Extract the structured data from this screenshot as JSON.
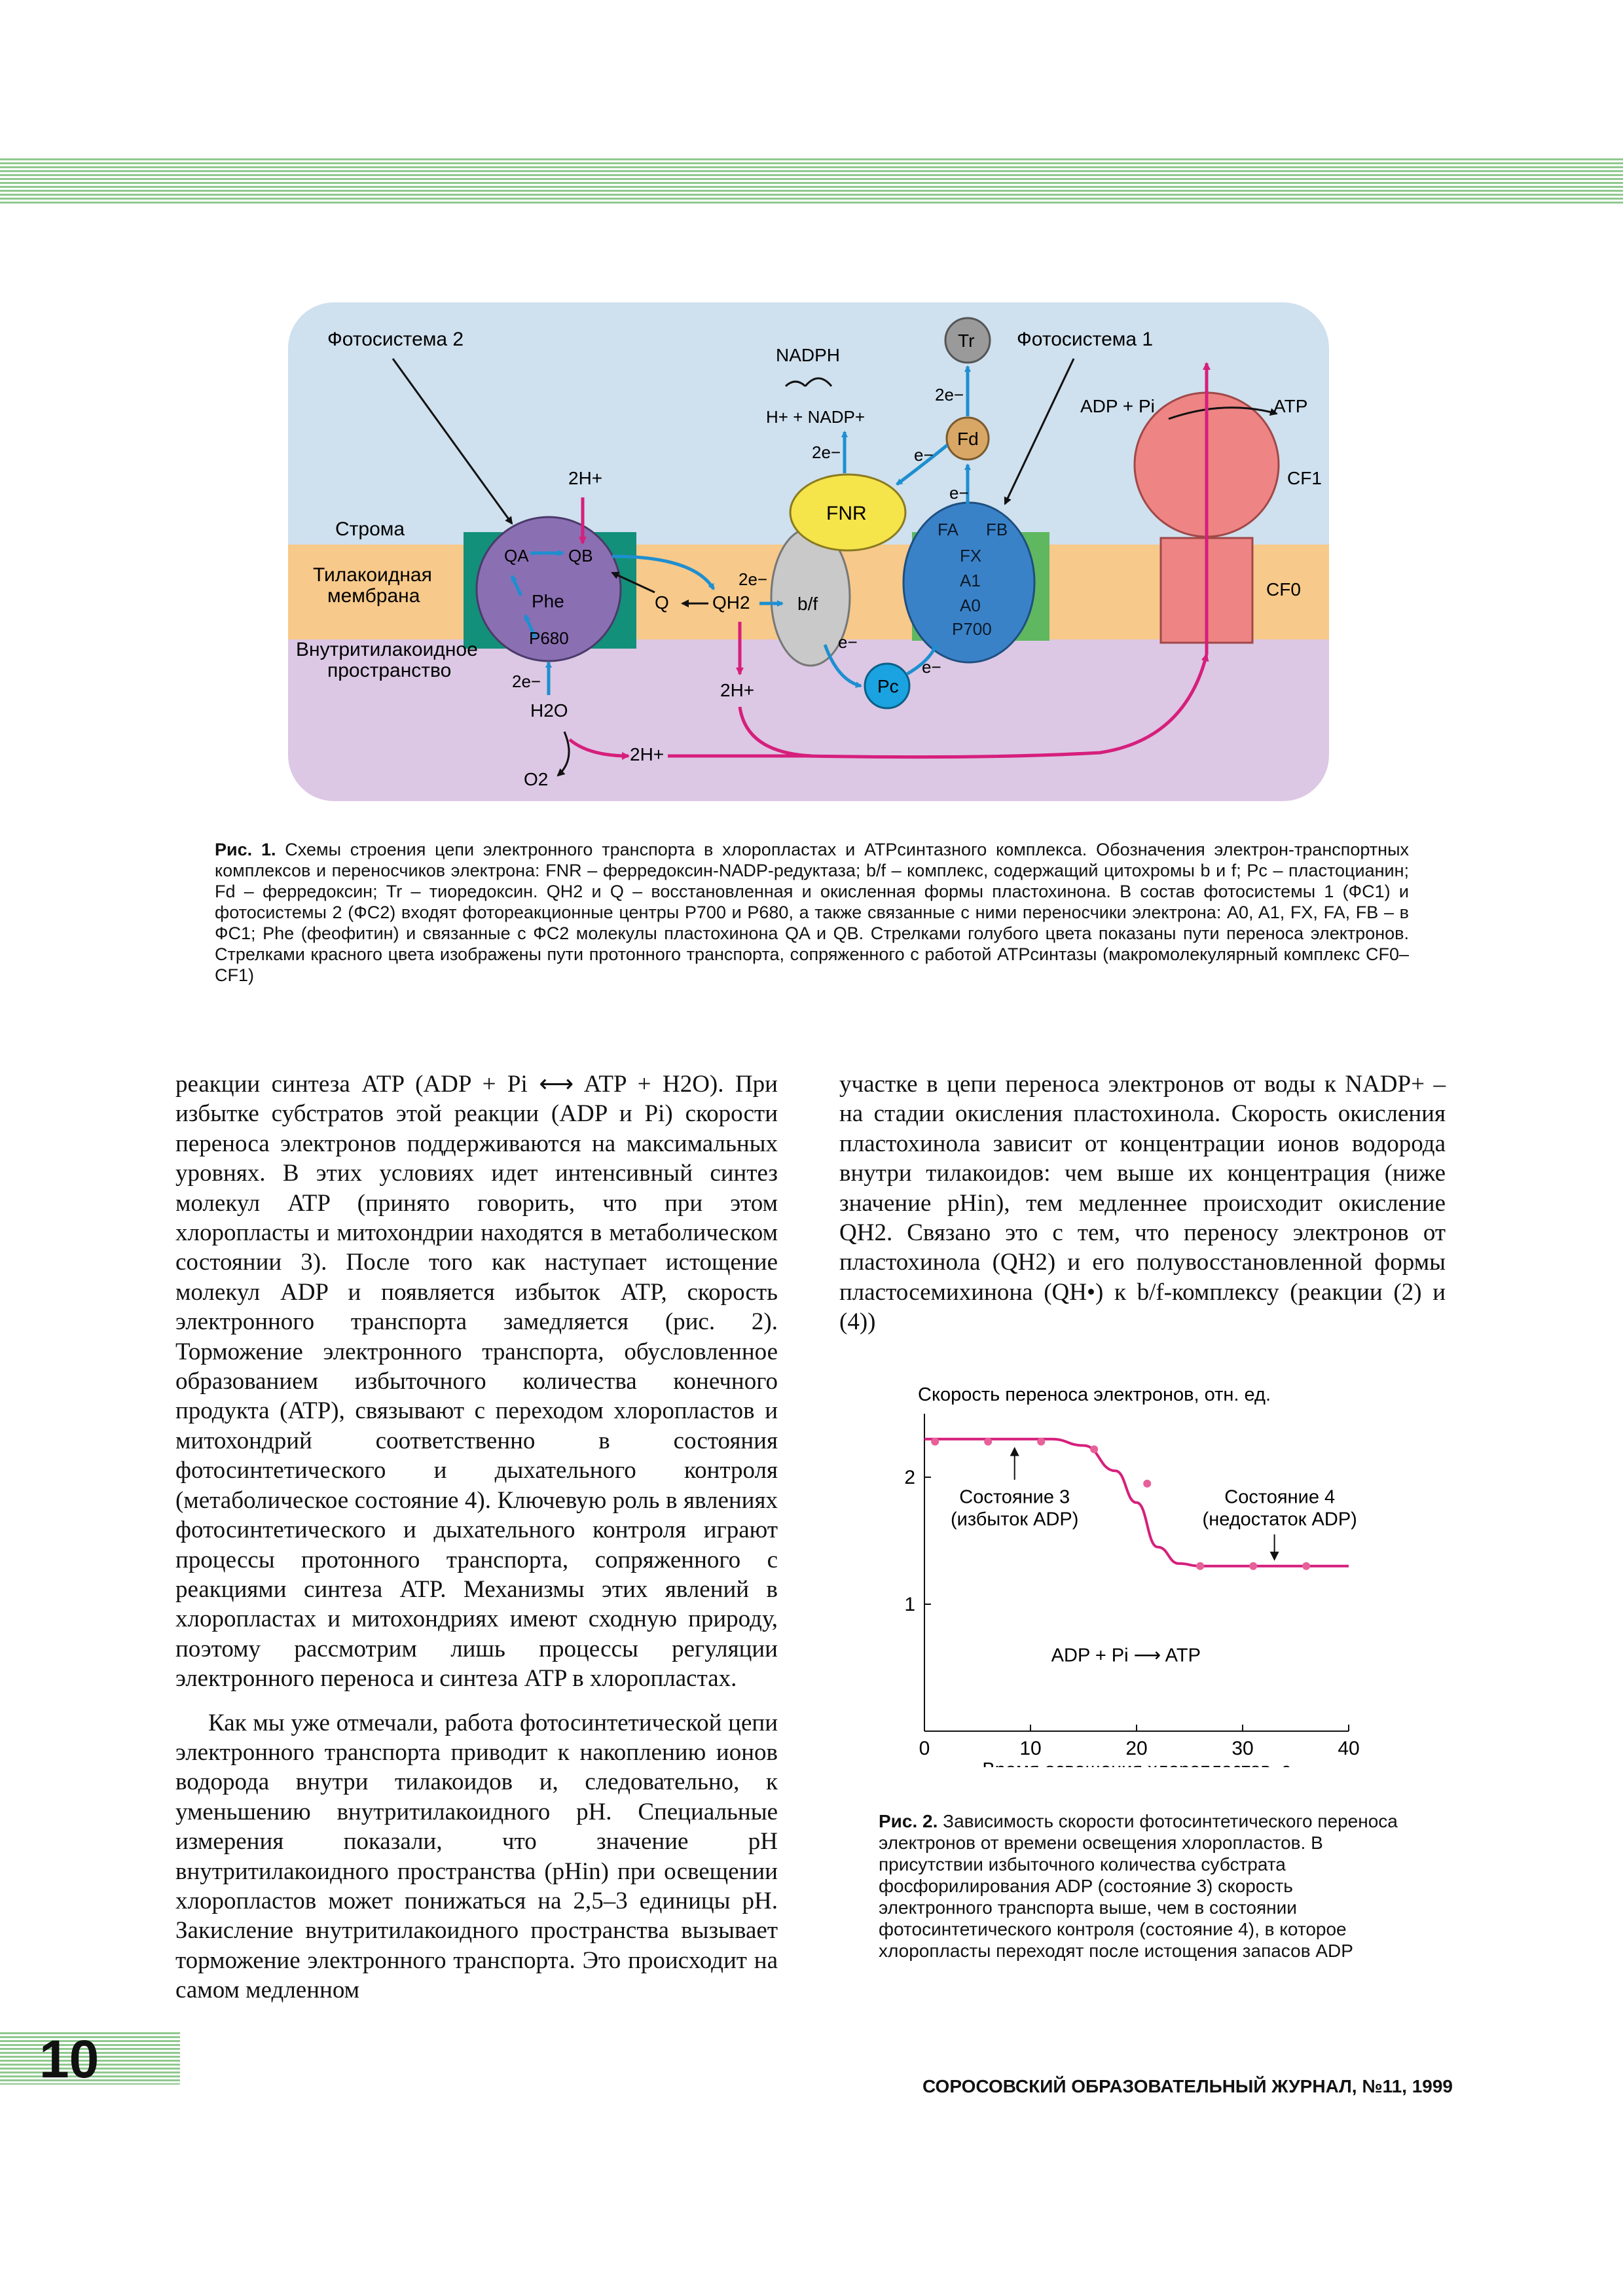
{
  "figure1": {
    "labels": {
      "ps2": "Фотосистема 2",
      "ps1": "Фотосистема 1",
      "stroma": "Строма",
      "membrane1": "Тилакоидная",
      "membrane2": "мембрана",
      "lumen1": "Внутритилакоидное",
      "lumen2": "пространство",
      "nadph": "NADPH",
      "nadp_reaction": "H+ + NADP+",
      "fnr": "FNR",
      "bf": "b/f",
      "pc": "Pc",
      "fd": "Fd",
      "tr": "Tr",
      "qa": "QA",
      "qb": "QB",
      "phe": "Phe",
      "p680": "P680",
      "q": "Q",
      "qh2": "QH2",
      "h2o": "H2O",
      "o2": "O2",
      "two_h_top": "2H+",
      "two_h_lumen": "2H+",
      "two_h_bottom": "2H+",
      "two_e_ps2": "2e−",
      "two_e_qh2": "2e−",
      "two_e_fnr": "2e−",
      "two_e_tr": "2e−",
      "e_fd": "e−",
      "e_fnr": "e−",
      "e_pc1": "e−",
      "e_pc2": "e−",
      "fa": "FA",
      "fb": "FB",
      "fx": "FX",
      "a1": "A1",
      "a0": "A0",
      "p700": "P700",
      "adp_pi": "ADP + Pi",
      "atp": "ATP",
      "cf1": "CF1",
      "cf0": "CF0"
    },
    "caption_label": "Рис. 1.",
    "caption": "Схемы строения цепи электронного транспорта в хлоропластах и АТРсинтазного комплекса. Обозначения электрон-транспортных комплексов и переносчиков электрона: FNR – ферредоксин-NADP-редуктаза; b/f – комплекс, содержащий цитохромы b и f; Pc – пластоцианин; Fd – ферредоксин; Tr – тиоредоксин. QH2 и Q – восстановленная и окисленная формы пластохинона. В состав фотосистемы 1 (ФС1) и фотосистемы 2 (ФС2) входят фотореакционные центры P700 и P680, а также связанные с ними переносчики электрона: A0, A1, FX, FA, FB – в ФС1; Phe (феофитин) и связанные с ФС2 молекулы пластохинона QA и QB. Стрелками голубого цвета показаны пути переноса электронов. Стрелками красного цвета изображены пути протонного транспорта, сопряженного с работой АТРсинтазы (макромолекулярный комплекс CF0–CF1)"
  },
  "left_column": {
    "p1": "реакции синтеза ATP (ADP + Pi ⟷ ATP + H2O). При избытке субстратов этой реакции (ADP и Pi) скорости переноса электронов поддерживаются на максимальных уровнях. В этих условиях идет интенсивный синтез молекул ATP (принято говорить, что при этом хлоропласты и митохондрии находятся в метаболическом состоянии 3). После того как наступает истощение молекул ADP и появляется избыток ATP, скорость электронного транспорта замедляется (рис. 2). Торможение электронного транспорта, обусловленное образованием избыточного количества конечного продукта (ATP), связывают с переходом хлоропластов и митохондрий соответственно в состояния фотосинтетического и дыхательного контроля (метаболическое состояние 4). Ключевую роль в явлениях фотосинтетического и дыхательного контроля играют процессы протонного транспорта, сопряженного с реакциями синтеза ATP. Механизмы этих явлений в хлоропластах и митохондриях имеют сходную природу, поэтому рассмотрим лишь процессы регуляции электронного переноса и синтеза ATP в хлоропластах.",
    "p2": "Как мы уже отмечали, работа фотосинтетической цепи электронного транспорта приводит к накоплению ионов водорода внутри тилакоидов и, следовательно, к уменьшению внутритилакоидного pH. Специальные измерения показали, что значение pH внутритилакоидного пространства (pHin) при освещении хлоропластов может понижаться на 2,5–3 единицы pH. Закисление внутритилакоидного пространства вызывает торможение электронного транспорта. Это происходит на самом медленном"
  },
  "right_column": {
    "p1": "участке в цепи переноса электронов от воды к NADP+ – на стадии окисления пластохинола. Скорость окисления пластохинола зависит от концентрации ионов водорода внутри тилакоидов: чем выше их концентрация (ниже значение pHin), тем медленнее происходит окисление QH2. Связано это с тем, что переносу электронов от пластохинола (QH2) и его полувосстановленной формы пластосемихинона (QH•) к b/f-комплексу (реакции (2) и (4))"
  },
  "chart_data": {
    "type": "line",
    "title": "",
    "ylabel": "Скорость переноса электронов, отн. ед.",
    "xlabel": "Время освещения хлоропластов, с",
    "xlim": [
      0,
      40
    ],
    "ylim": [
      0,
      2.5
    ],
    "x_ticks": [
      0,
      10,
      20,
      30,
      40
    ],
    "y_ticks": [
      1,
      2
    ],
    "points": {
      "x": [
        1,
        6,
        11,
        16,
        21,
        26,
        31,
        36
      ],
      "y": [
        2.28,
        2.28,
        2.28,
        2.22,
        1.95,
        1.3,
        1.3,
        1.3
      ]
    },
    "curve": {
      "x": [
        0,
        12,
        15,
        18,
        20,
        22,
        24,
        26,
        40
      ],
      "y": [
        2.3,
        2.3,
        2.25,
        2.05,
        1.8,
        1.45,
        1.32,
        1.3,
        1.3
      ]
    },
    "annotations": {
      "state3_line1": "Состояние 3",
      "state3_line2": "(избыток ADP)",
      "state4_line1": "Состояние 4",
      "state4_line2": "(недостаток ADP)",
      "reaction": "ADP + Pi ⟶ ATP"
    },
    "colors": {
      "curve": "#d61f7c",
      "points": "#e8609a"
    },
    "caption_label": "Рис. 2.",
    "caption": "Зависимость скорости фотосинтетического переноса электронов от времени освещения хлоропластов. В присутствии избыточного количества субстрата фосфорилирования ADP (состояние 3) скорость электронного транспорта выше, чем в состоянии фотосинтетического контроля (состояние 4), в которое хлоропласты переходят после истощения запасов ADP"
  },
  "footer": {
    "page_number": "10",
    "journal": "СОРОСОВСКИЙ ОБРАЗОВАТЕЛЬНЫЙ ЖУРНАЛ, №11, 1999"
  },
  "colors": {
    "stripe": "#8fc98f",
    "stroma": "#cfe0ee",
    "membrane": "#f7c98a",
    "lumen": "#dcc8e4",
    "ps2": "#8b6fb3",
    "ps1": "#3a82c8",
    "fnr": "#f5e44a",
    "bf": "#c9c9c9",
    "pc": "#1aa3e0",
    "fd": "#d8a766",
    "tr": "#9a9a9a",
    "atpase": "#ee8484",
    "electron_arrow": "#1e8fd0",
    "proton_arrow": "#d61f7c"
  }
}
